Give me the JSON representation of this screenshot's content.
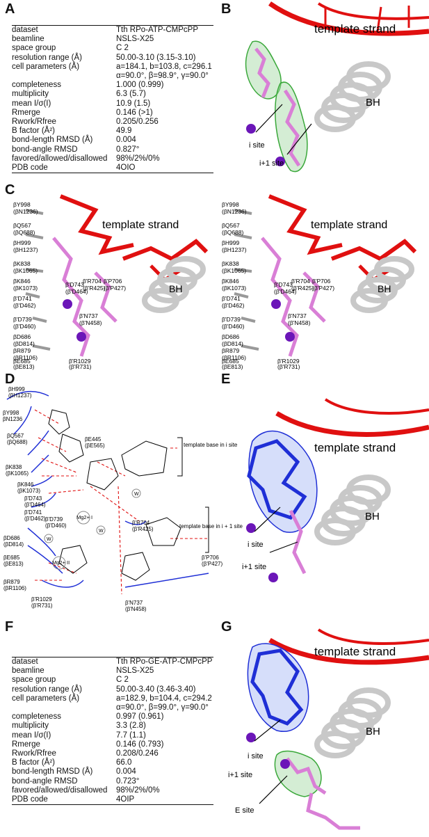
{
  "panels": {
    "A": "A",
    "B": "B",
    "C": "C",
    "D": "D",
    "E": "E",
    "F": "F",
    "G": "G"
  },
  "tableA": [
    {
      "k": "dataset",
      "v": "Tth RPo-ATP-CMPcPP"
    },
    {
      "k": "beamline",
      "v": "NSLS-X25"
    },
    {
      "k": "space group",
      "v": "C 2"
    },
    {
      "k": "resolution range (Å)",
      "v": "50.00-3.10 (3.15-3.10)"
    },
    {
      "k": "cell parameters (Å)",
      "v": "a=184.1, b=103.8, c=296.1"
    },
    {
      "k": "",
      "v": "α=90.0°, β=98.9°, γ=90.0°"
    },
    {
      "k": "completeness",
      "v": "1.000 (0.999)"
    },
    {
      "k": "multiplicity",
      "v": "6.3 (5.7)"
    },
    {
      "k": "mean I/σ(I)",
      "v": "10.9 (1.5)"
    },
    {
      "k": "Rmerge",
      "v": "0.146 (>1)"
    },
    {
      "k": "Rwork/Rfree",
      "v": "0.205/0.256"
    },
    {
      "k": "B factor (Å²)",
      "v": "49.9"
    },
    {
      "k": "bond-length RMSD (Å)",
      "v": "0.004"
    },
    {
      "k": "bond-angle RMSD",
      "v": "0.827°"
    },
    {
      "k": "favored/allowed/disallowed",
      "v": "98%/2%/0%"
    },
    {
      "k": "PDB code",
      "v": "4OIO"
    }
  ],
  "tableF": [
    {
      "k": "dataset",
      "v": "Tth RPo-GE-ATP-CMPcPP"
    },
    {
      "k": "beamline",
      "v": "NSLS-X25"
    },
    {
      "k": "space group",
      "v": "C 2"
    },
    {
      "k": "resolution range (Å)",
      "v": "50.00-3.40 (3.46-3.40)"
    },
    {
      "k": "cell parameters (Å)",
      "v": "a=182.9, b=104.4, c=294.2"
    },
    {
      "k": "",
      "v": "α=90.0°, β=99.0°, γ=90.0°"
    },
    {
      "k": "completeness",
      "v": "0.997 (0.961)"
    },
    {
      "k": "multiplicity",
      "v": "3.3 (2.8)"
    },
    {
      "k": "mean I/σ(I)",
      "v": "7.7 (1.1)"
    },
    {
      "k": "Rmerge",
      "v": "0.146 (0.793)"
    },
    {
      "k": "Rwork/Rfree",
      "v": "0.208/0.246"
    },
    {
      "k": "B factor (Å²)",
      "v": "66.0"
    },
    {
      "k": "bond-length RMSD (Å)",
      "v": "0.004"
    },
    {
      "k": "bond-angle RMSD",
      "v": "0.723°"
    },
    {
      "k": "favored/allowed/disallowed",
      "v": "98%/2%/0%"
    },
    {
      "k": "PDB code",
      "v": "4OIP"
    }
  ],
  "labels": {
    "template_strand": "template strand",
    "bh": "BH",
    "i_site": "i site",
    "i1_site": "i+1 site",
    "e_site": "E site"
  },
  "residuesC": [
    "βY998",
    "(βN1236)",
    "βQ567",
    "(βQ688)",
    "βH999",
    "(βH1237)",
    "βK838",
    "(βK1065)",
    "βK846",
    "(βK1073)",
    "β'D743",
    "(β'D464)",
    "β'R704",
    "(β'R425)",
    "β'P706",
    "(β'P427)",
    "β'D741",
    "(β'D462)",
    "β'D739",
    "(β'D460)",
    "β'N737",
    "(β'N458)",
    "βD686",
    "(βD814)",
    "βR879",
    "(βR1106)",
    "βE685",
    "(βE813)",
    "β'R1029",
    "(β'R731)"
  ],
  "diagramD": {
    "residues": [
      "βH999",
      "(βH1237)",
      "βY998",
      "βN1236",
      "βQ567",
      "(βQ688)",
      "βE445",
      "(βE565)",
      "βK838",
      "(βK1065)",
      "βK846",
      "(βK1073)",
      "β'D743",
      "(β'D464)",
      "β'D741",
      "(β'D462)",
      "β'D739",
      "(β'D460)",
      "βD686",
      "(βD814)",
      "βE685",
      "(βE813)",
      "βR879",
      "(βR1106)",
      "β'R1029",
      "(β'R731)",
      "β'R704",
      "(β'R425)",
      "β'P706",
      "(β'P427)",
      "β'N737",
      "(β'N458)"
    ],
    "template_i": "template base in i site",
    "template_i1": "template base in i + 1 site",
    "mg1": "Mg2+ I",
    "mg2": "Mg2+ II",
    "w": "W"
  },
  "colors": {
    "rna": "#e01010",
    "helix": "#c8c8c8",
    "ligand": "#d97fd6",
    "mesh_green": "#3aa83a",
    "mesh_blue": "#1f2fd6",
    "mg": "#6b16b8"
  }
}
